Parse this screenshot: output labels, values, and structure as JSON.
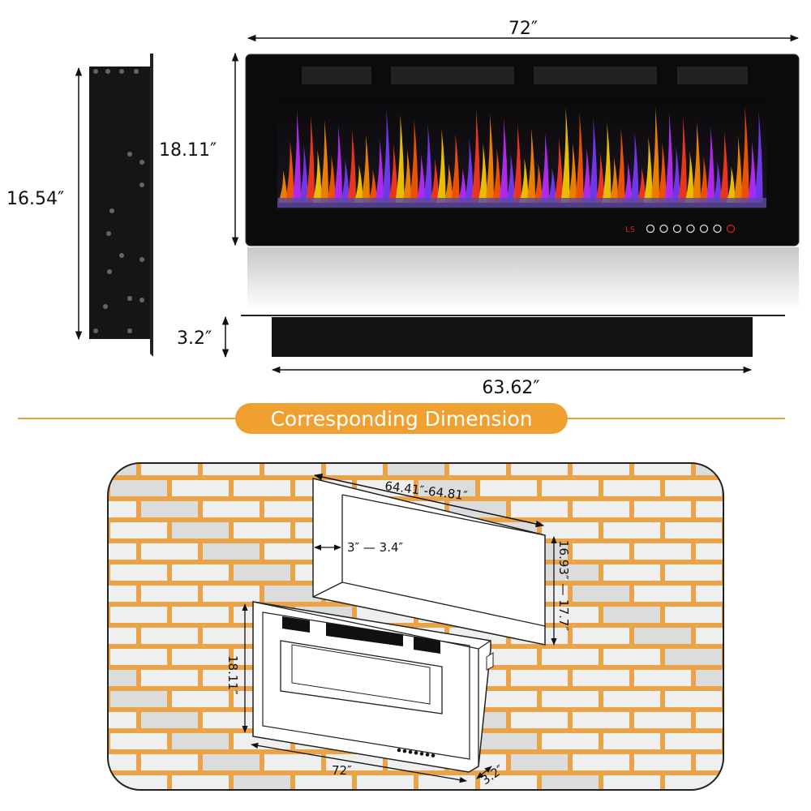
{
  "top": {
    "width_label": "72″",
    "height_label": "18.11″",
    "side_height_label": "16.54″",
    "depth_label": "3.2″",
    "insert_width_label": "63.62″",
    "control_label": "LS"
  },
  "banner": {
    "title": "Corresponding Dimension"
  },
  "install": {
    "opening_width_label": "64.41″-64.81″",
    "opening_depth_label": "3″ — 3.4″",
    "opening_height_label": "16.93″ — 17.7″",
    "unit_height_label": "18.11″",
    "unit_width_label": "72″",
    "unit_depth_label": "3.2″"
  },
  "colors": {
    "accent": "#f0a030",
    "mortar": "#e9a44a",
    "brick": "#ececec",
    "unit": "#111111"
  }
}
